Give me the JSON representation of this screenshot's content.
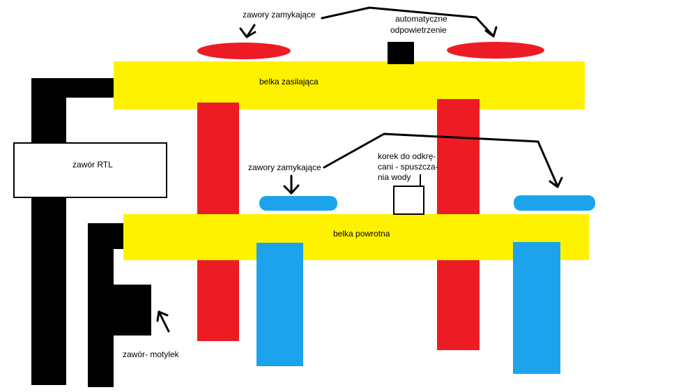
{
  "labels": {
    "valves_top": "zawory zamykające",
    "auto_vent_line1": "automatyczne",
    "auto_vent_line2": "odpowietrzenie",
    "supply_beam": "belka zasilająca",
    "rtl_valve": "zawór RTL",
    "valves_bottom": "zawory zamykające",
    "drain_line1": "korek do odkrę-",
    "drain_line2": "cani - spuszcza-",
    "drain_line3": "nia wody",
    "return_beam": "belka powrotna",
    "butterfly_valve": "zawór- motylek"
  },
  "colors": {
    "supply_beam": "#fff200",
    "return_beam": "#fff200",
    "supply_pipe": "#ed1c24",
    "return_pipe": "#1ca3ec",
    "black_pipe": "#000000",
    "outline": "#000000",
    "background": "#ffffff"
  }
}
